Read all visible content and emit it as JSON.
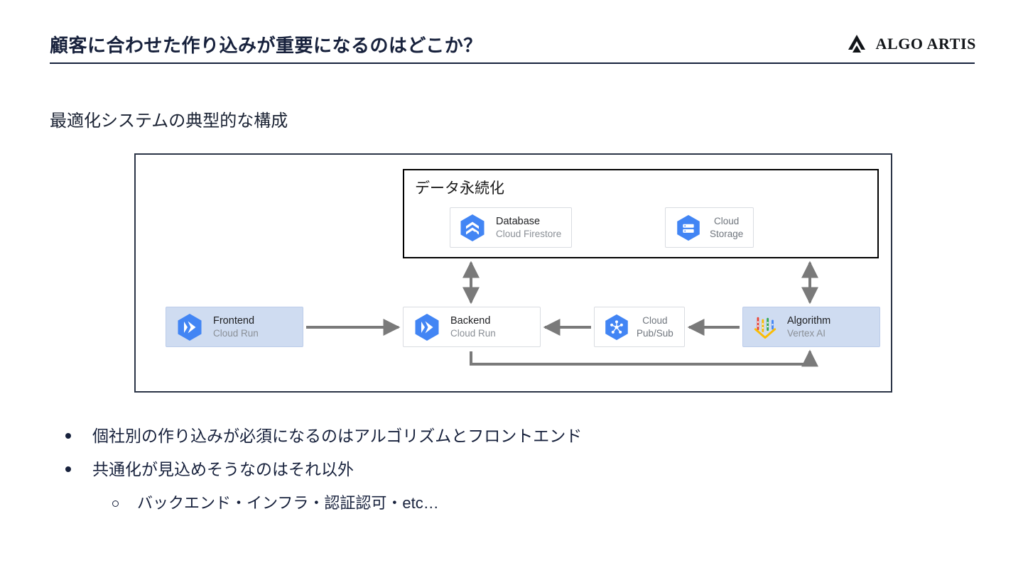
{
  "header": {
    "title": "顧客に合わせた作り込みが重要になるのはどこか？",
    "brand_name": "ALGO ARTIS",
    "brand_mark_icon": "algo-artis-chevron-logo",
    "rule_color": "#17213c"
  },
  "subtitle": "最適化システムの典型的な構成",
  "diagram": {
    "container_border_color": "#2b3446",
    "persistence_group": {
      "label": "データ永続化",
      "border_color": "#000000",
      "nodes": [
        {
          "id": "database",
          "title": "Database",
          "subtitle": "Cloud Firestore",
          "icon": "gcp-firestore-icon",
          "icon_color": "#4285f4",
          "highlighted": false,
          "align": "left"
        },
        {
          "id": "storage",
          "title": "Cloud",
          "subtitle": "Storage",
          "icon": "gcp-cloud-storage-icon",
          "icon_color": "#4285f4",
          "highlighted": false,
          "align": "center"
        }
      ]
    },
    "service_nodes": [
      {
        "id": "frontend",
        "title": "Frontend",
        "subtitle": "Cloud Run",
        "icon": "gcp-cloud-run-icon",
        "icon_color": "#4285f4",
        "highlighted": true,
        "highlight_color": "#cfdcf1",
        "align": "left"
      },
      {
        "id": "backend",
        "title": "Backend",
        "subtitle": "Cloud Run",
        "icon": "gcp-cloud-run-icon",
        "icon_color": "#4285f4",
        "highlighted": false,
        "align": "left"
      },
      {
        "id": "pubsub",
        "title": "Cloud",
        "subtitle": "Pub/Sub",
        "icon": "gcp-pubsub-icon",
        "icon_color": "#4285f4",
        "highlighted": false,
        "align": "center"
      },
      {
        "id": "algorithm",
        "title": "Algorithm",
        "subtitle": "Vertex AI",
        "icon": "gcp-vertex-ai-icon",
        "icon_color": "#fbbc04",
        "highlighted": true,
        "highlight_color": "#cfdcf1",
        "align": "left"
      }
    ],
    "connections": [
      {
        "from": "frontend",
        "to": "backend",
        "direction": "one-way"
      },
      {
        "from": "algorithm",
        "to": "pubsub",
        "direction": "one-way"
      },
      {
        "from": "pubsub",
        "to": "backend",
        "direction": "one-way"
      },
      {
        "from": "backend",
        "to": "database",
        "direction": "two-way"
      },
      {
        "from": "algorithm",
        "to": "storage",
        "direction": "two-way"
      },
      {
        "from": "backend",
        "to": "algorithm",
        "direction": "one-way"
      }
    ],
    "arrow_color": "#7a7a7a"
  },
  "bullets": [
    {
      "level": 1,
      "marker": "filled-dot",
      "text": "個社別の作り込みが必須になるのはアルゴリズムとフロントエンド"
    },
    {
      "level": 1,
      "marker": "filled-dot",
      "text": "共通化が見込めそうなのはそれ以外"
    },
    {
      "level": 2,
      "marker": "hollow-dot",
      "text": "バックエンド・インフラ・認証認可・etc…"
    }
  ]
}
